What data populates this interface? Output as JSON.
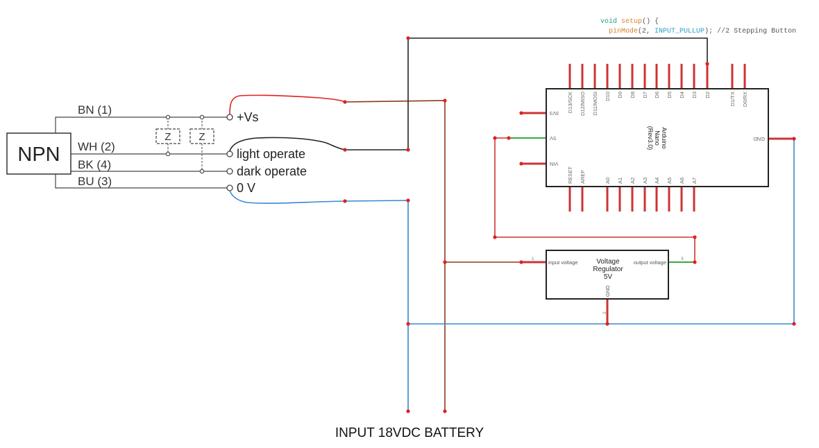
{
  "code": {
    "line1_keyword": "void",
    "line1_func": "setup",
    "line1_rest": "() {",
    "line2_func": "pinMode",
    "line2_open": "(2, ",
    "line2_const": "INPUT_PULLUP",
    "line2_rest": "); //2 Stepping Button"
  },
  "sensor": {
    "box_label": "NPN",
    "wire_bn": "BN (1)",
    "wire_wh": "WH (2)",
    "wire_bk": "BK (4)",
    "wire_bu": "BU (3)",
    "z_label": "Z",
    "term_vs": "+Vs",
    "term_light": "light operate",
    "term_dark": "dark operate",
    "term_0v": "0 V"
  },
  "arduino": {
    "title1": "Arduino",
    "title2": "Nano",
    "title3": "(Rev3.0)",
    "top_pins": [
      "D13/SCK",
      "D12/MISO",
      "D11/MOSI",
      "D10",
      "D9",
      "D8",
      "D7",
      "D6",
      "D5",
      "D4",
      "D3",
      "D2",
      "D1/TX",
      "D0/RX"
    ],
    "bottom_pins": [
      "RESET",
      "AREF",
      "A0",
      "A1",
      "A2",
      "A3",
      "A4",
      "A5",
      "A6",
      "A7"
    ],
    "left_pins": [
      "3V3",
      "5V",
      "VIN"
    ],
    "right_pin": "GND"
  },
  "regulator": {
    "title1": "Voltage",
    "title2": "Regulator",
    "title3": "5V",
    "input_label": "input voltage",
    "output_label": "output voltage",
    "gnd_label": "GND",
    "pin1": "1",
    "pin2": "2",
    "pin3": "3"
  },
  "footer_text": "INPUT 18VDC BATTERY",
  "colors": {
    "wire_red": "#e02020",
    "wire_brown": "#8b3a1a",
    "wire_blue": "#3a86d4",
    "wire_black": "#222222",
    "wire_green": "#3aa83a",
    "pin_red": "#cc3333",
    "code_keyword": "#2a9d8f",
    "code_func": "#d4842a",
    "code_const": "#2a9dc8"
  }
}
